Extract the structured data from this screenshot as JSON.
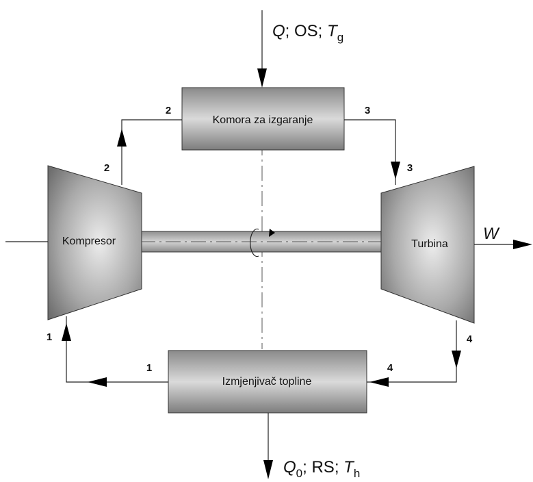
{
  "heat_in": {
    "q": "Q",
    "mid": "; OS; ",
    "t": "T",
    "t_sub": "g"
  },
  "heat_out": {
    "q": "Q",
    "q_sub": "0",
    "mid": "; RS; ",
    "t": "T",
    "t_sub": "h"
  },
  "work": "W",
  "components": {
    "combustor": "Komora za izgaranje",
    "compressor": "Kompresor",
    "turbine": "Turbina",
    "exchanger": "Izmjenjivač topline"
  },
  "states": {
    "s1": "1",
    "s2": "2",
    "s3": "3",
    "s4": "4"
  }
}
